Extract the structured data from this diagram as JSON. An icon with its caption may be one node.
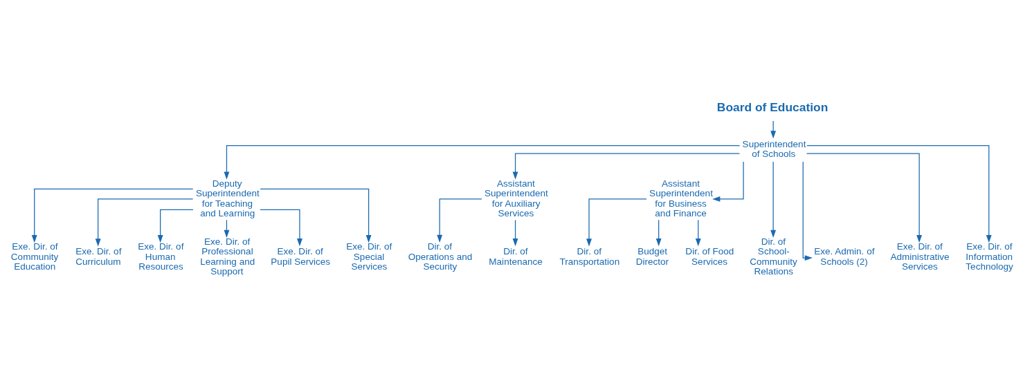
{
  "diagram": {
    "nodes": [
      {
        "text": [
          "Board of Education"
        ]
      },
      {
        "text": [
          "Superintendent of Schools"
        ]
      },
      {
        "text": [
          "Deputy Superintendent for Teaching and Learning"
        ]
      },
      {
        "text": [
          "Assistant Superintendent for Auxiliary Services"
        ]
      },
      {
        "text": [
          "Assistant Superintendent for Business and Finance"
        ]
      },
      {
        "text": [
          "Exe. Dir. of Community Education"
        ]
      },
      {
        "text": [
          "Exe. Dir. of Curriculum"
        ]
      },
      {
        "text": [
          "Exe. Dir. of Human Resources"
        ]
      },
      {
        "text": [
          "Exe. Dir. of Professional Learning and Support"
        ]
      },
      {
        "text": [
          "Exe. Dir. of Pupil Services"
        ]
      },
      {
        "text": [
          "Exe. Dir. of Special Services"
        ]
      },
      {
        "text": [
          "Dir. of Operations and Security"
        ]
      },
      {
        "text": [
          "Dir. of Maintenance"
        ]
      },
      {
        "text": [
          "Dir. of Transportation"
        ]
      },
      {
        "text": [
          "Budget Director"
        ]
      },
      {
        "text": [
          "Dir. of Food Services"
        ]
      },
      {
        "text": [
          "Dir. of School-Community Relations"
        ]
      },
      {
        "text": [
          "Exe. Admin. of Schools (2)"
        ]
      },
      {
        "text": [
          "Exe. Dir. of Administrative Services"
        ]
      },
      {
        "text": [
          "Exe. Dir. of Information Technology"
        ]
      }
    ],
    "edges": [
      {
        "from": 0,
        "to": 1,
        "arrow": "to"
      },
      {
        "from": 1,
        "to": 2,
        "arrow": "to"
      },
      {
        "from": 1,
        "to": 3,
        "arrow": "to"
      },
      {
        "from": 1,
        "to": 4,
        "arrow": "to"
      },
      {
        "from": 2,
        "to": 5,
        "arrow": "to"
      },
      {
        "from": 2,
        "to": 6,
        "arrow": "to"
      },
      {
        "from": 2,
        "to": 7,
        "arrow": "to"
      },
      {
        "from": 2,
        "to": 8,
        "arrow": "to"
      },
      {
        "from": 2,
        "to": 9,
        "arrow": "to"
      },
      {
        "from": 2,
        "to": 10,
        "arrow": "to"
      },
      {
        "from": 3,
        "to": 11,
        "arrow": "to"
      },
      {
        "from": 3,
        "to": 12,
        "arrow": "to"
      },
      {
        "from": 4,
        "to": 13,
        "arrow": "to"
      },
      {
        "from": 4,
        "to": 14,
        "arrow": "to"
      },
      {
        "from": 4,
        "to": 15,
        "arrow": "to"
      },
      {
        "from": 1,
        "to": 16,
        "arrow": "to"
      },
      {
        "from": 1,
        "to": 17,
        "arrow": "to"
      },
      {
        "from": 1,
        "to": 18,
        "arrow": "to"
      },
      {
        "from": 1,
        "to": 19,
        "arrow": "to"
      }
    ]
  }
}
